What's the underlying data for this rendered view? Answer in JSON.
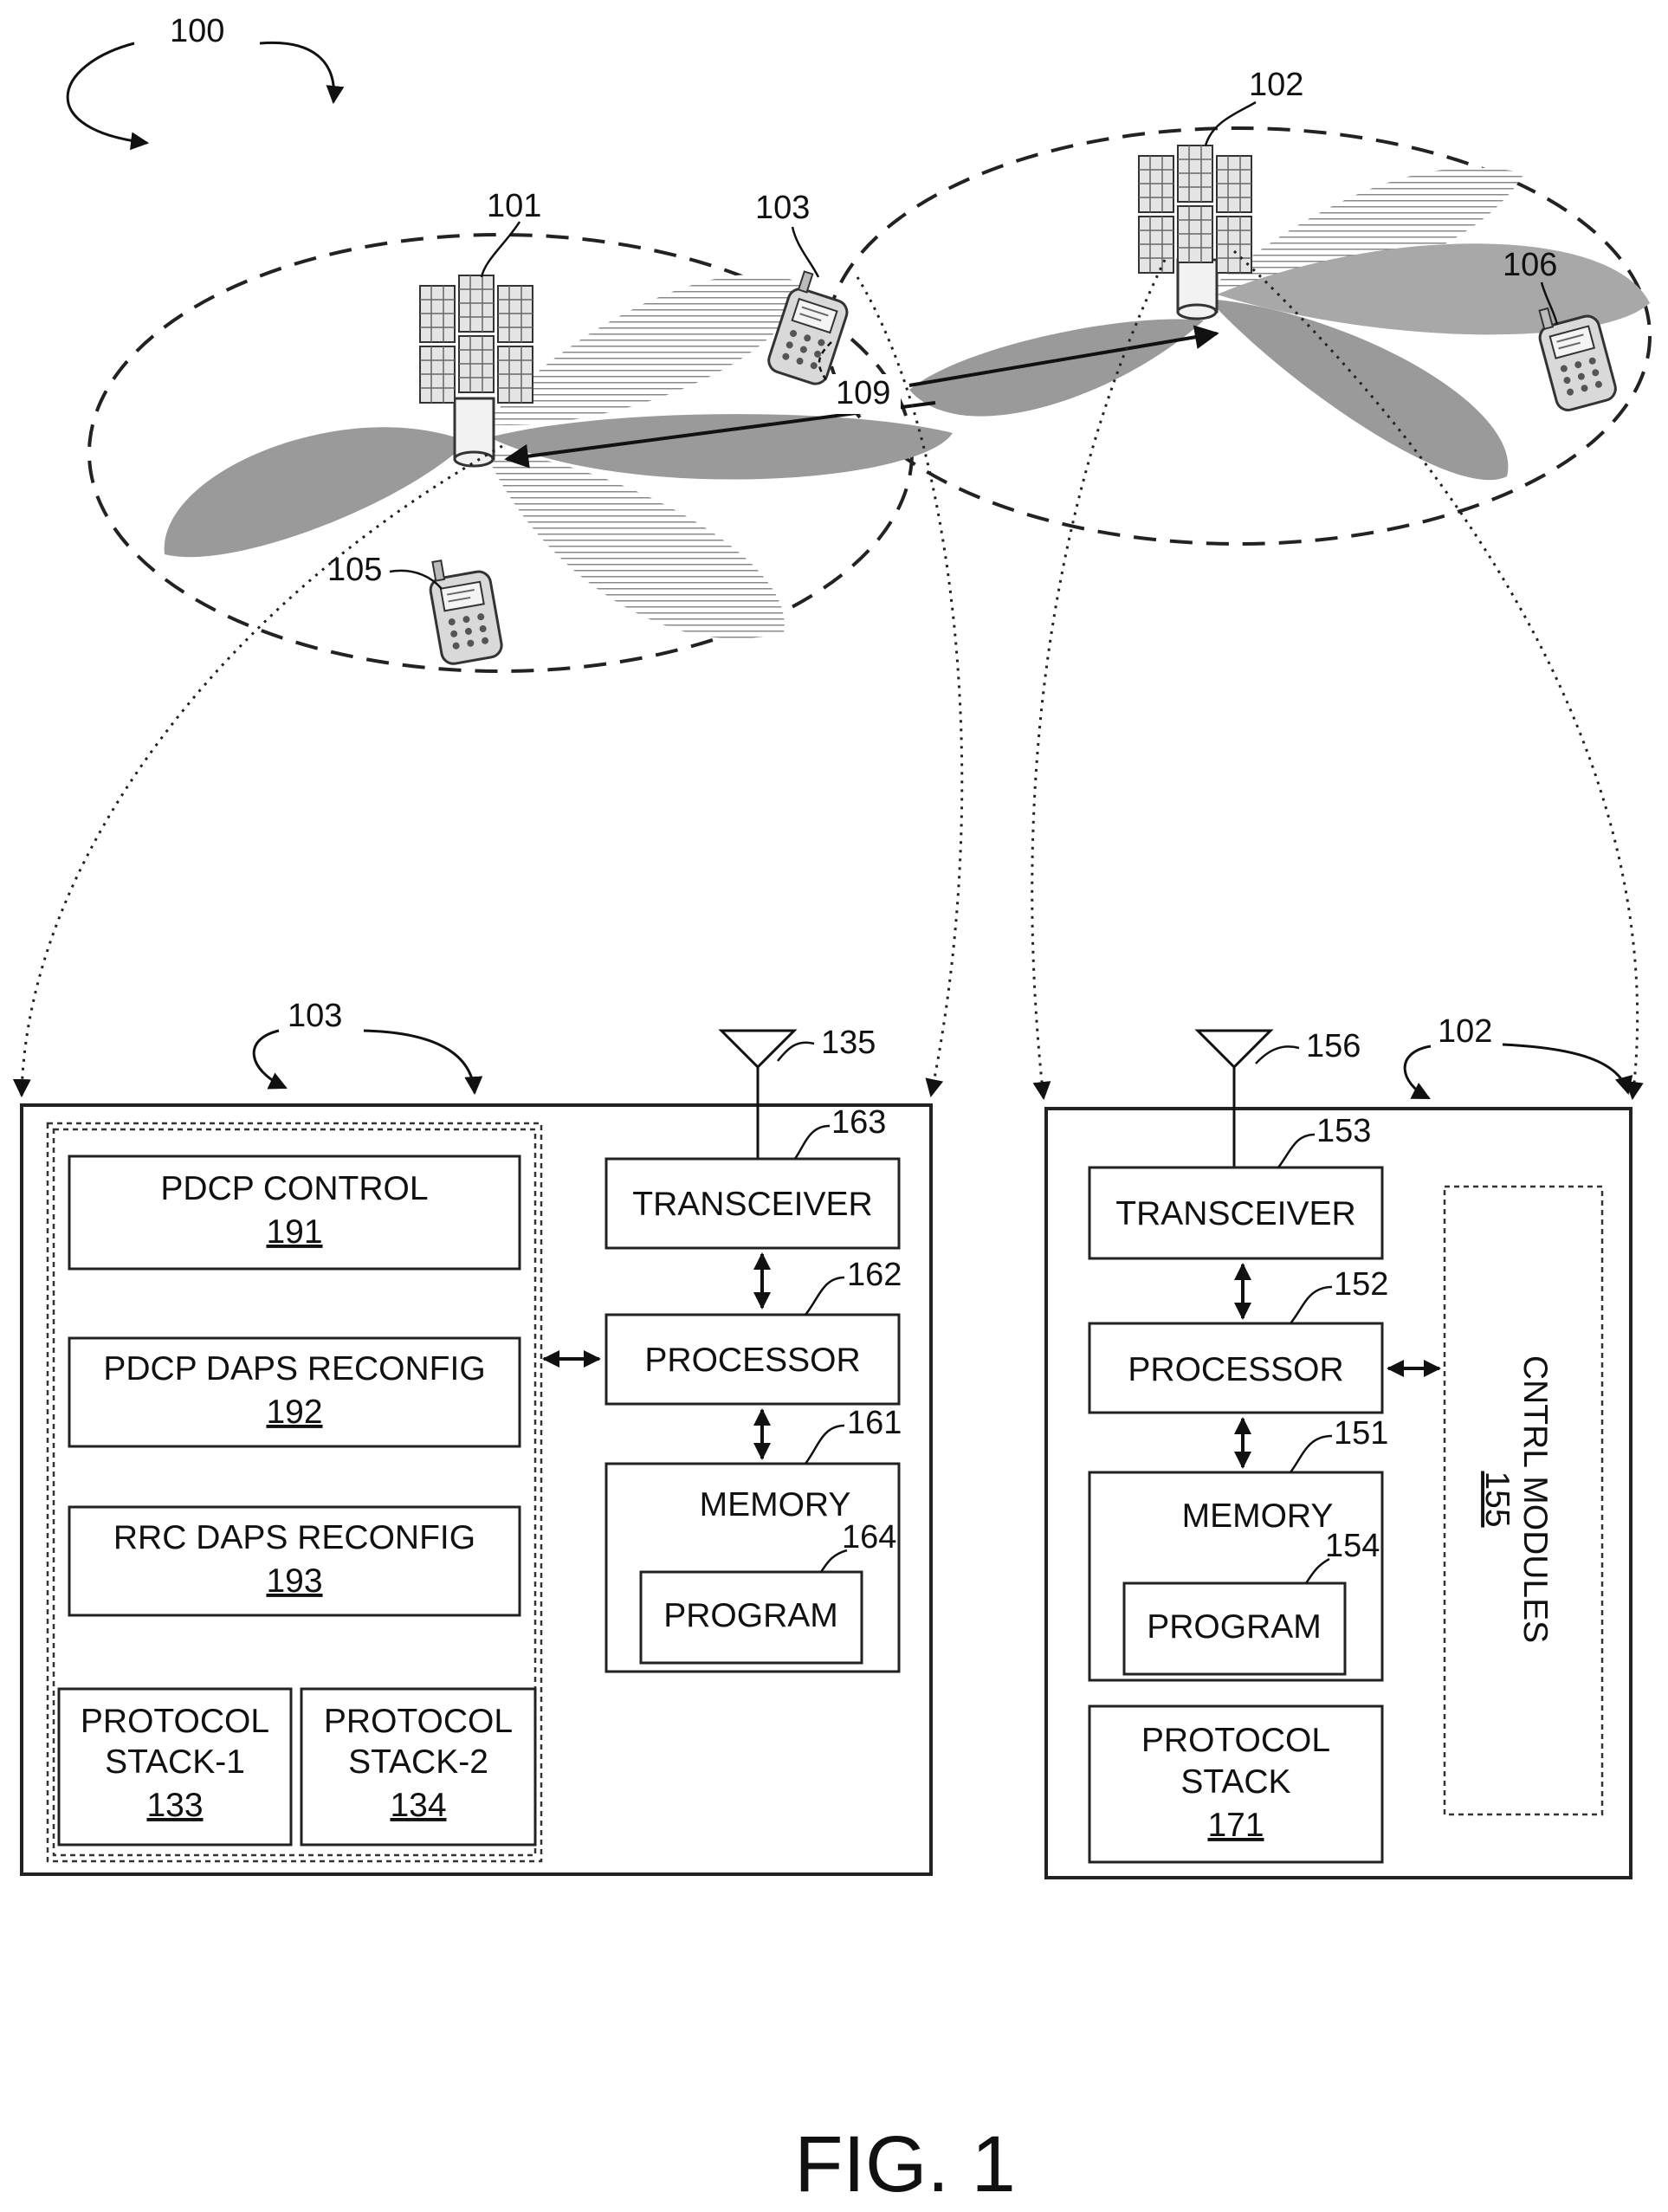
{
  "figure": {
    "caption": "FIG. 1",
    "system_ref": "100"
  },
  "network": {
    "bs1_ref": "101",
    "bs2_ref": "102",
    "ue_ref": "103",
    "ue2_ref": "105",
    "ue3_ref": "106",
    "link_ref": "109"
  },
  "ue_device": {
    "ref": "103",
    "antenna_ref": "135",
    "transceiver": {
      "label": "TRANSCEIVER",
      "ref": "163"
    },
    "processor": {
      "label": "PROCESSOR",
      "ref": "162"
    },
    "memory": {
      "label": "MEMORY",
      "ref": "161"
    },
    "program": {
      "label": "PROGRAM",
      "ref": "164"
    },
    "modules": [
      {
        "label": "PDCP CONTROL",
        "ref": "191"
      },
      {
        "label": "PDCP DAPS RECONFIG",
        "ref": "192"
      },
      {
        "label": "RRC DAPS RECONFIG",
        "ref": "193"
      }
    ],
    "stacks": [
      {
        "line1": "PROTOCOL",
        "line2": "STACK-1",
        "ref": "133"
      },
      {
        "line1": "PROTOCOL",
        "line2": "STACK-2",
        "ref": "134"
      }
    ]
  },
  "bs_device": {
    "ref": "102",
    "antenna_ref": "156",
    "transceiver": {
      "label": "TRANSCEIVER",
      "ref": "153"
    },
    "processor": {
      "label": "PROCESSOR",
      "ref": "152"
    },
    "memory": {
      "label": "MEMORY",
      "ref": "151"
    },
    "program": {
      "label": "PROGRAM",
      "ref": "154"
    },
    "modules": {
      "label": "CNTRL MODULES",
      "ref": "155"
    },
    "stack": {
      "line1": "PROTOCOL",
      "line2": "STACK",
      "ref": "171"
    }
  }
}
